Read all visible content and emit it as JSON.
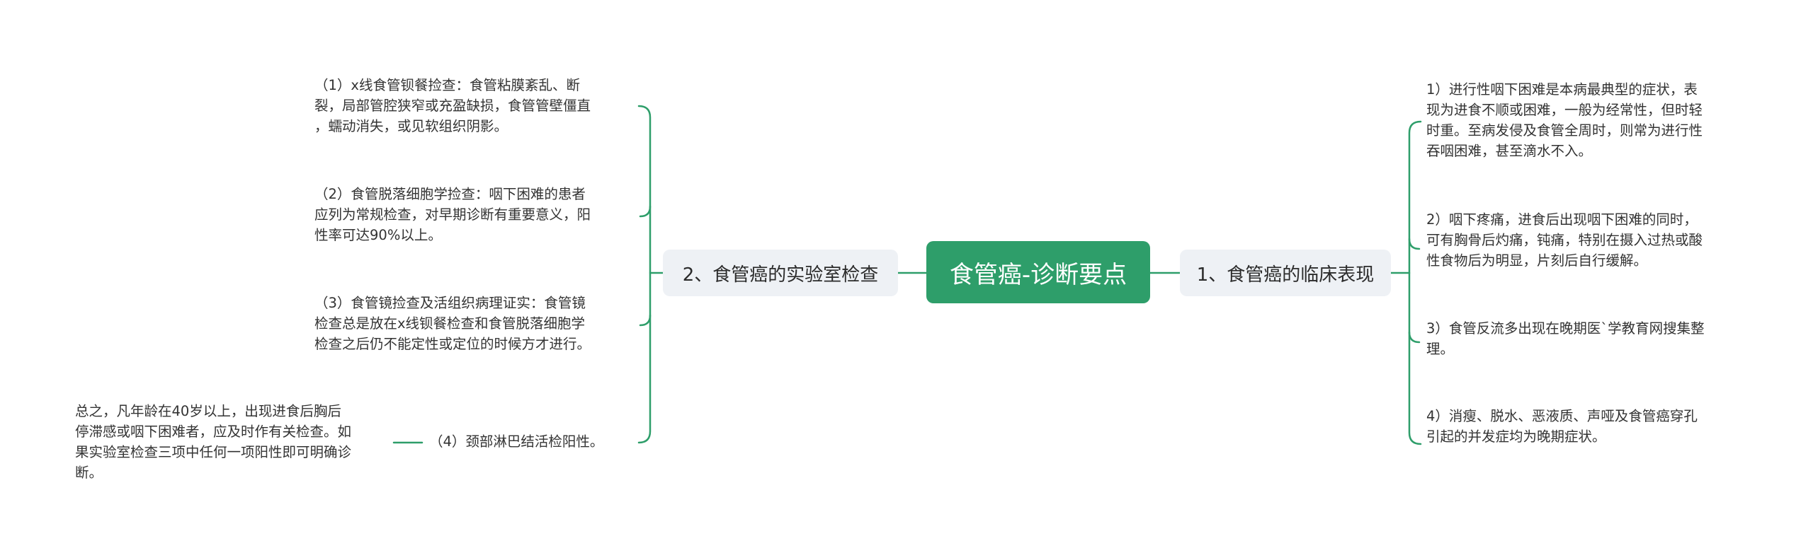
{
  "root": {
    "label": "食管癌-诊断要点"
  },
  "colors": {
    "accent": "#2e9e6a",
    "branch_bg": "#eef1f5",
    "line": "#2e9e6a"
  },
  "right_branch": {
    "label": "1、食管癌的临床表现",
    "items": [
      {
        "lines": [
          "1）进行性咽下困难是本病最典型的症状，表",
          "现为进食不顺或困难，一般为经常性，但时轻",
          "时重。至病发侵及食管全周时，则常为进行性",
          "吞咽困难，甚至滴水不入。"
        ]
      },
      {
        "lines": [
          "2）咽下疼痛，进食后出现咽下困难的同时，",
          "可有胸骨后灼痛，钝痛，特别在摄入过热或酸",
          "性食物后为明显，片刻后自行缓解。"
        ]
      },
      {
        "lines": [
          "3）食管反流多出现在晚期医`学教育网搜集整",
          "理。"
        ]
      },
      {
        "lines": [
          "4）消瘦、脱水、恶液质、声哑及食管癌穿孔",
          "引起的并发症均为晚期症状。"
        ]
      }
    ]
  },
  "left_branch": {
    "label": "2、食管癌的实验室检查",
    "items": [
      {
        "lines": [
          "（1）x线食管钡餐捡查：食管粘膜紊乱、断",
          "裂，局部管腔狭窄或充盈缺损，食管管壁僵直",
          "，蠕动消失，或见软组织阴影。"
        ]
      },
      {
        "lines": [
          "（2）食管脱落细胞学捡查：咽下困难的患者",
          "应列为常规检查，对早期诊断有重要意义，阳",
          "性率可达90%以上。"
        ]
      },
      {
        "lines": [
          "（3）食管镜捡查及活组织病理证实：食管镜",
          "检查总是放在x线钡餐检查和食管脱落细胞学",
          "检查之后仍不能定性或定位的时候方才进行。"
        ]
      },
      {
        "lines": [
          "（4）颈部淋巴结活检阳性。"
        ]
      }
    ],
    "note": {
      "lines": [
        "总之，凡年龄在40岁以上，出现进食后胸后",
        "停滞感或咽下困难者，应及时作有关检查。如",
        "果实验室检查三项中任何一项阳性即可明确诊",
        "断。"
      ]
    }
  }
}
